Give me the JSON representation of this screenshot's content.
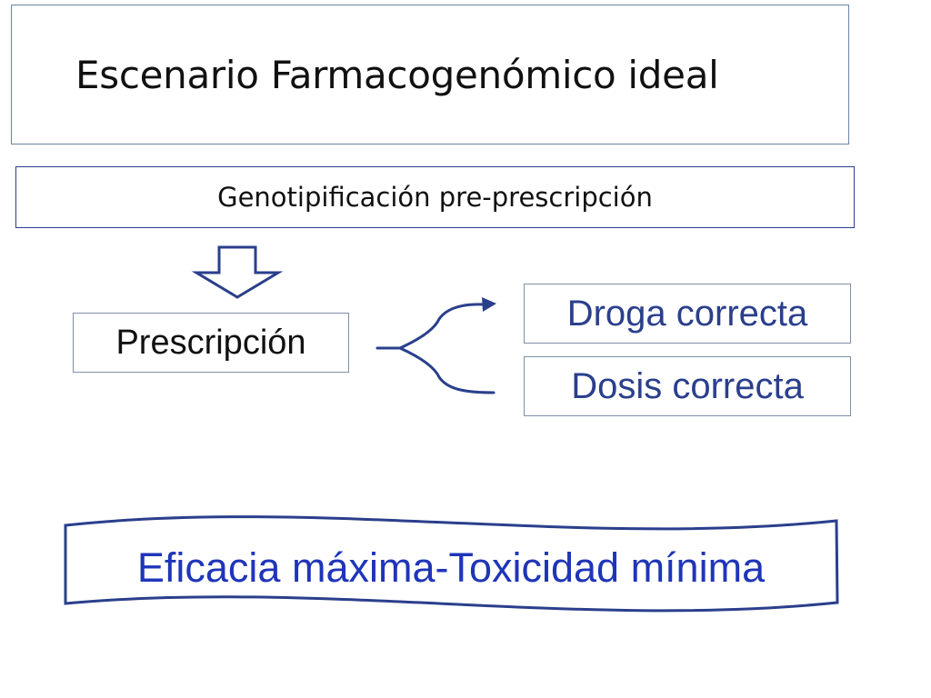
{
  "slide": {
    "title": "Escenario Farmacogenómico ideal",
    "step_label": "Genotipificación pre-prescripción",
    "prescription_label": "Prescripción",
    "outcomes": [
      "Droga correcta",
      "Dosis correcta"
    ],
    "result_banner": "Eficacia máxima-Toxicidad mínima"
  },
  "icons": {
    "down_arrow": "down-arrow-icon",
    "branch_connector": "branch-arrows-icon"
  },
  "colors": {
    "dark_blue": "#2a3f8c",
    "banner_text": "#1f35b8",
    "title_border": "#6b86a6",
    "box_border": "#7f8fa6"
  }
}
